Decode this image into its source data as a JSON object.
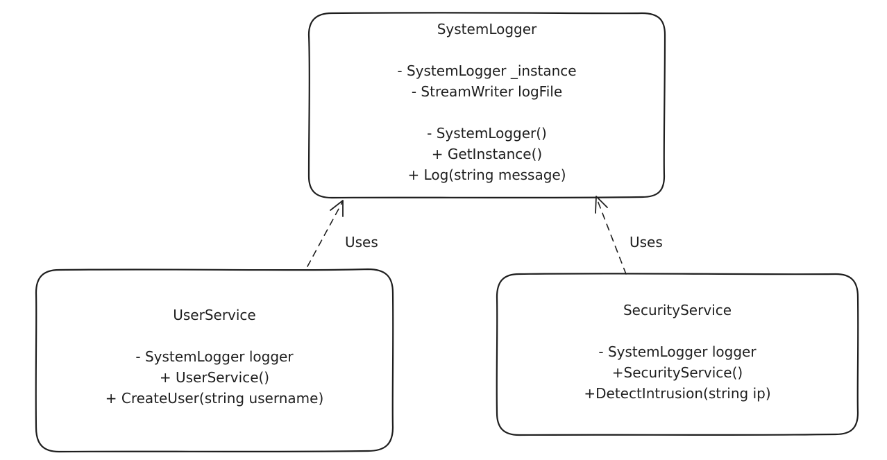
{
  "classes": {
    "system_logger": {
      "name": "SystemLogger",
      "fields": [
        "- SystemLogger _instance",
        "- StreamWriter logFile"
      ],
      "methods": [
        "- SystemLogger()",
        "+ GetInstance()",
        "+ Log(string message)"
      ]
    },
    "user_service": {
      "name": "UserService",
      "fields": [
        "- SystemLogger logger"
      ],
      "methods": [
        "+ UserService()",
        "+ CreateUser(string username)"
      ]
    },
    "security_service": {
      "name": "SecurityService",
      "fields": [
        "- SystemLogger logger"
      ],
      "methods": [
        "+SecurityService()",
        "+DetectIntrusion(string ip)"
      ]
    }
  },
  "relations": {
    "user_to_logger": {
      "label": "Uses"
    },
    "security_to_logger": {
      "label": "Uses"
    }
  },
  "colors": {
    "stroke": "#1e1e1e",
    "background": "#ffffff"
  }
}
